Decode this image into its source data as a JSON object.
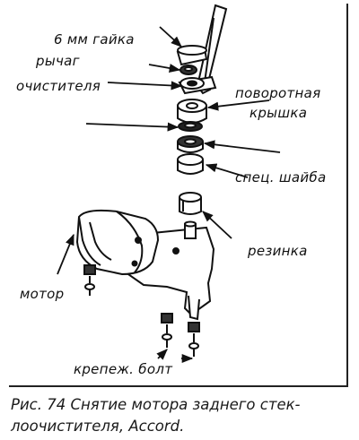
{
  "labels": {
    "nut": "6 мм гайка",
    "lever_line1": "рычаг",
    "lever_line2": "очистителя",
    "cap_line1": "поворотная",
    "cap_line2": "крышка",
    "washer": "спец. шайба",
    "rubber": "резинка",
    "motor": "мотор",
    "bolt": "крепеж. болт"
  },
  "caption": {
    "line1": "Рис. 74  Снятие мотора заднего стек-",
    "line2": "лоочистителя, Accord."
  },
  "colors": {
    "ink": "#111111",
    "background": "#ffffff"
  }
}
